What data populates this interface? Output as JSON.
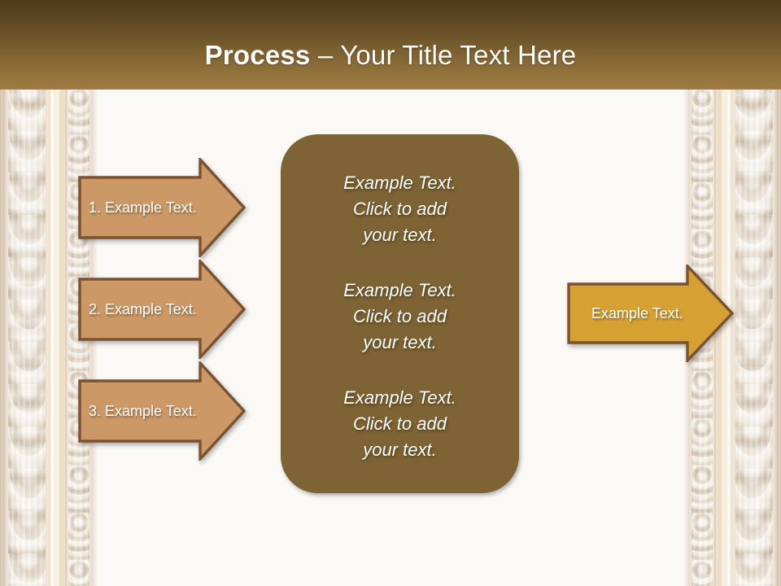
{
  "slide": {
    "title": {
      "strong": "Process",
      "separator": " – ",
      "light": "Your Title Text Here"
    },
    "colors": {
      "header_gradient_top": "#4E3A1B",
      "header_gradient_bottom": "#9C7C44",
      "slide_background": "#FAF9F6",
      "step_arrow_fill": "#CC9966",
      "step_arrow_border": "#7A5230",
      "outcome_arrow_fill": "#D4A132",
      "outcome_arrow_border": "#7A5230",
      "center_box_fill": "#7E6434",
      "text_light": "#FFFFFF",
      "frame_highlight": "#F6EFE3"
    }
  },
  "steps": [
    {
      "id": "step-1",
      "label": "1. Example Text."
    },
    {
      "id": "step-2",
      "label": "2. Example Text."
    },
    {
      "id": "step-3",
      "label": "3. Example Text."
    }
  ],
  "center": {
    "blocks": [
      {
        "text": "Example Text.\nClick  to add\nyour text."
      },
      {
        "text": "Example Text.\nClick  to add\nyour text."
      },
      {
        "text": "Example Text.\nClick  to add\nyour text."
      }
    ]
  },
  "outcome": {
    "label": "Example Text."
  }
}
